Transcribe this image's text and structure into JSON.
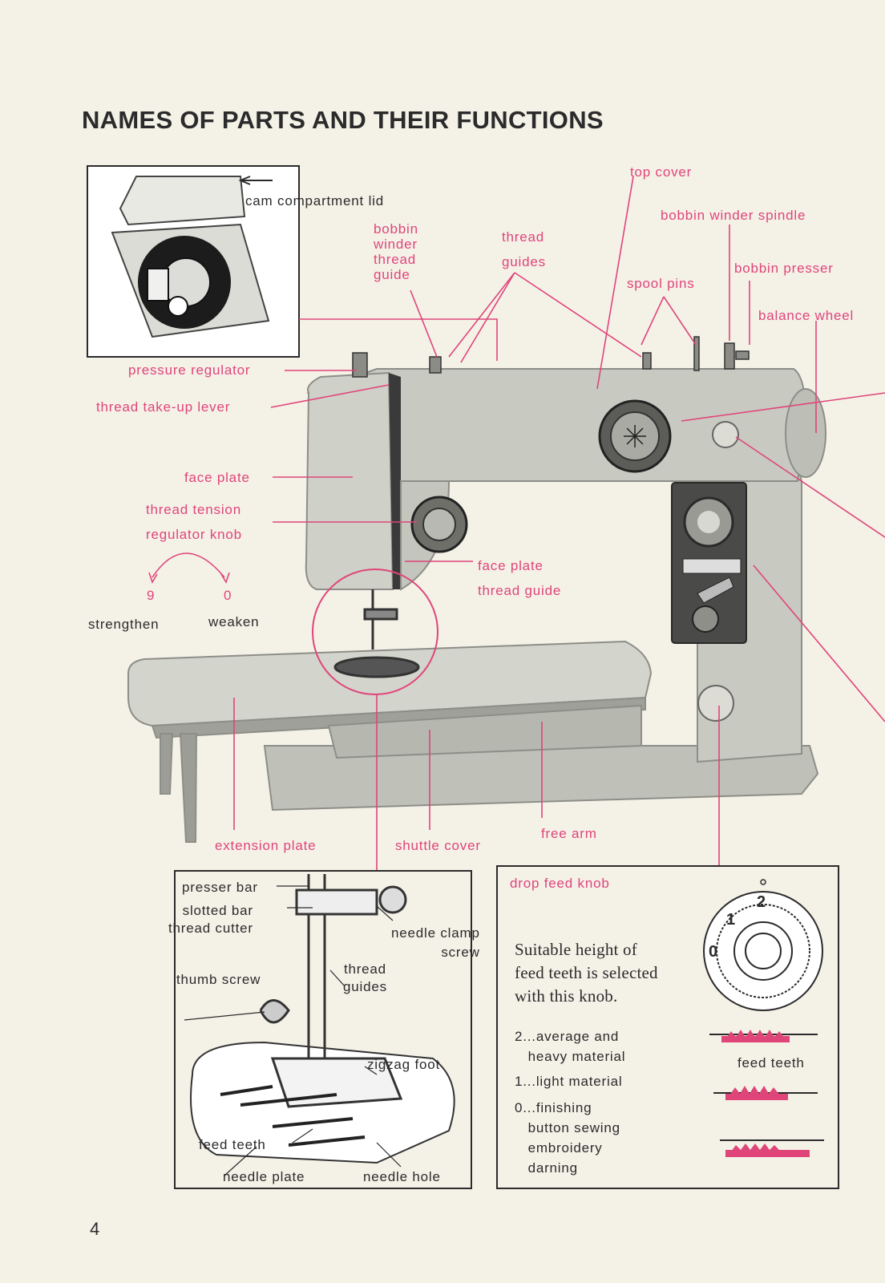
{
  "title": "NAMES OF PARTS AND THEIR FUNCTIONS",
  "labels": {
    "cam_lid": "cam compartment lid",
    "top_cover": "top cover",
    "bobbin_winder_spindle": "bobbin winder spindle",
    "bobbin_winder_guide": "bobbin\nwinder\nthread\nguide",
    "thread_guides": "thread\nguides",
    "bobbin_presser": "bobbin presser",
    "spool_pins": "spool pins",
    "balance_wheel": "balance wheel",
    "pressure_regulator": "pressure regulator",
    "take_up_lever": "thread take-up lever",
    "face_plate": "face plate",
    "tension_knob": "thread tension\nregulator knob",
    "dial_9": "9",
    "dial_0": "0",
    "strengthen": "strengthen",
    "weaken": "weaken",
    "face_plate_guide": "face plate\nthread guide",
    "extension_plate": "extension plate",
    "shuttle_cover": "shuttle cover",
    "free_arm": "free arm"
  },
  "foot_detail": {
    "presser_bar": "presser bar",
    "slotted_bar": "slotted bar\nthread cutter",
    "needle_clamp": "needle clamp\nscrew",
    "thumb_screw": "thumb screw",
    "thread_guides": "thread\nguides",
    "zigzag_foot": "zigzag foot",
    "feed_teeth": "feed teeth",
    "needle_plate": "needle plate",
    "needle_hole": "needle hole"
  },
  "drop_feed": {
    "heading": "drop feed knob",
    "description": "Suitable height of\nfeed teeth is selected\nwith this knob.",
    "dial_2": "2",
    "dial_1": "1",
    "dial_0": "0",
    "item_2": "2...average and\n   heavy material",
    "item_1": "1...light material",
    "item_0": "0...finishing\n   button sewing\n   embroidery\n   darning",
    "feed_teeth": "feed teeth"
  },
  "page_number": "4",
  "colors": {
    "accent": "#e0457a",
    "ink": "#2b2b2b",
    "paper": "#f4f1e7",
    "machine": "#c9cac2"
  }
}
